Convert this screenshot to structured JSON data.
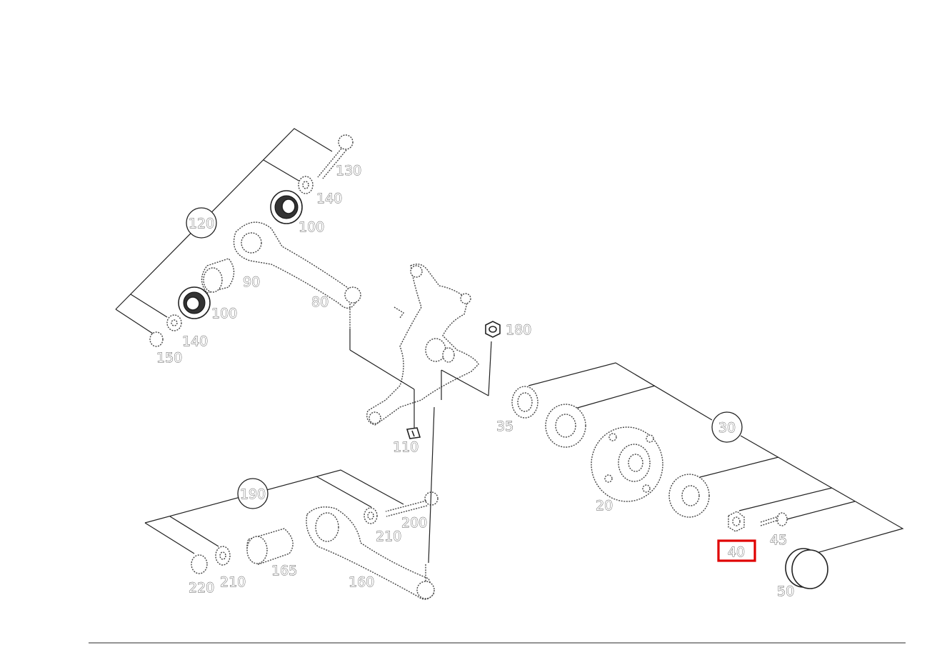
{
  "diagram": {
    "highlight_color": "#e00000",
    "selected_part": "40",
    "callouts": {
      "c120": "120",
      "c190": "190",
      "c30": "30"
    },
    "labels": {
      "l130": "130",
      "l140a": "140",
      "l100a": "100",
      "l90": "90",
      "l100b": "100",
      "l140b": "140",
      "l150": "150",
      "l80": "80",
      "l180": "180",
      "l110": "110",
      "l35": "35",
      "l20": "20",
      "l45": "45",
      "l40": "40",
      "l50": "50",
      "l200": "200",
      "l210a": "210",
      "l165": "165",
      "l160": "160",
      "l210b": "210",
      "l220": "220"
    }
  }
}
